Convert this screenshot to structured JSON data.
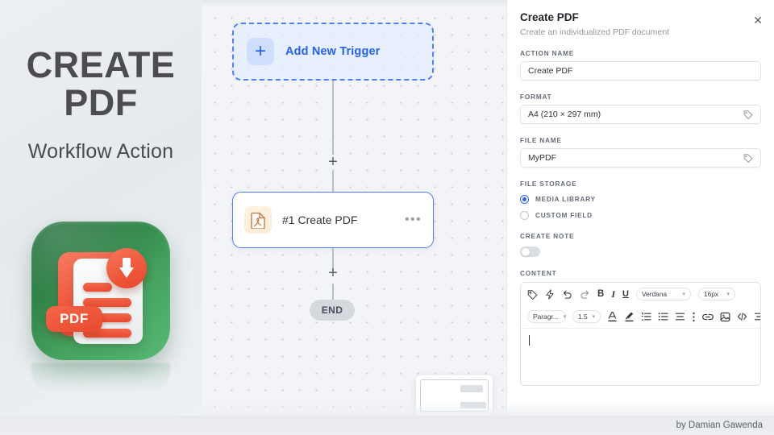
{
  "promo": {
    "title_line1": "CREATE",
    "title_line2": "PDF",
    "subtitle": "Workflow Action",
    "icon_badge_text": "PDF",
    "icon_name": "pdf-download-app-icon"
  },
  "canvas": {
    "trigger": {
      "label": "Add New Trigger",
      "plus_icon": "plus-icon"
    },
    "add_step_icon": "plus-icon",
    "node": {
      "label": "#1 Create PDF",
      "icon": "pdf-file-icon",
      "menu_icon": "ellipsis-icon"
    },
    "end_label": "END",
    "minimap_name": "canvas-minimap"
  },
  "panel": {
    "title": "Create PDF",
    "description": "Create an individualized PDF document",
    "close_icon": "close-icon",
    "fields": {
      "action_name": {
        "label": "ACTION NAME",
        "value": "Create PDF"
      },
      "format": {
        "label": "FORMAT",
        "value": "A4 (210 × 297 mm)",
        "tag_icon": "tag-icon"
      },
      "file_name": {
        "label": "FILE NAME",
        "value": "MyPDF",
        "tag_icon": "tag-icon"
      },
      "file_storage": {
        "label": "FILE STORAGE",
        "options": [
          {
            "label": "MEDIA LIBRARY",
            "selected": true
          },
          {
            "label": "CUSTOM FIELD",
            "selected": false
          }
        ]
      },
      "create_note": {
        "label": "CREATE NOTE",
        "enabled": false
      },
      "content": {
        "label": "CONTENT",
        "value": ""
      }
    },
    "editor_toolbar": {
      "row1": [
        {
          "name": "tag-icon",
          "glyph": "tag"
        },
        {
          "name": "lightning-icon",
          "glyph": "bolt"
        },
        {
          "name": "undo-icon",
          "glyph": "undo"
        },
        {
          "name": "redo-icon",
          "glyph": "redo"
        },
        {
          "name": "bold-icon",
          "glyph": "B"
        },
        {
          "name": "italic-icon",
          "glyph": "I"
        },
        {
          "name": "underline-icon",
          "glyph": "U"
        }
      ],
      "font_family": "Verdana",
      "font_size": "16px",
      "paragraph_style": "Paragr...",
      "line_height": "1.5",
      "row2": [
        {
          "name": "text-color-icon",
          "glyph": "A"
        },
        {
          "name": "highlight-icon",
          "glyph": "pen"
        },
        {
          "name": "ordered-list-icon",
          "glyph": "ol"
        },
        {
          "name": "bullet-list-icon",
          "glyph": "ul"
        },
        {
          "name": "align-icon",
          "glyph": "align"
        },
        {
          "name": "more-options-icon",
          "glyph": "dots"
        },
        {
          "name": "link-icon",
          "glyph": "link"
        },
        {
          "name": "image-icon",
          "glyph": "image"
        },
        {
          "name": "code-icon",
          "glyph": "code"
        },
        {
          "name": "indent-icon",
          "glyph": "indent"
        }
      ]
    }
  },
  "footer": {
    "credit": "by Damian Gawenda"
  },
  "colors": {
    "accent_blue": "#2563eb",
    "icon_green": "#2e8046",
    "icon_red": "#e8492e",
    "canvas_bg": "#f2f4f7"
  }
}
